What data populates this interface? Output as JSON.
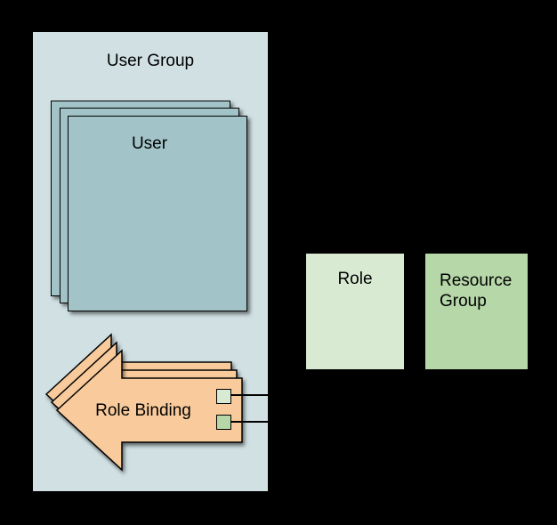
{
  "diagram": {
    "background_color": "#000000",
    "user_group": {
      "label": "User Group",
      "fill": "#d0e0e3"
    },
    "user_stack": {
      "label": "User",
      "fill": "#a2c4c9",
      "stroke": "#000000",
      "copies": 3
    },
    "role_binding": {
      "label": "Role Binding",
      "fill": "#f9cb9c",
      "stroke": "#000000",
      "copies": 3
    },
    "ports": {
      "role_port_fill": "#d9ead3",
      "resource_port_fill": "#b6d7a8",
      "stroke": "#000000",
      "connector_color": "#000000"
    },
    "role": {
      "label": "Role",
      "fill": "#d9ead3"
    },
    "resource_group": {
      "label": "Resource Group",
      "fill": "#b6d7a8"
    }
  }
}
